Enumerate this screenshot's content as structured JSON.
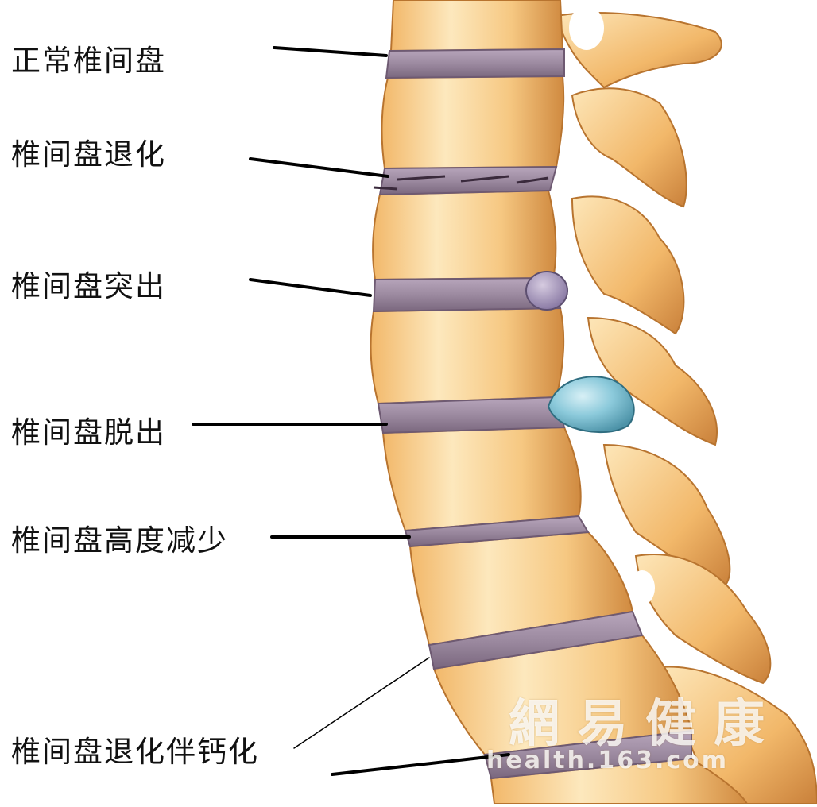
{
  "labels": {
    "normal": "正常椎间盘",
    "degeneration": "椎间盘退化",
    "protrusion": "椎间盘突出",
    "prolapse": "椎间盘脱出",
    "height_reduction": "椎间盘高度减少",
    "degeneration_calcification": "椎间盘退化伴钙化"
  },
  "watermark": {
    "site_cn": "網易健康",
    "url": "health.163.com"
  },
  "colors": {
    "bone_light": "#fde8bd",
    "bone_mid": "#f2b86a",
    "bone_dark": "#c9803a",
    "disc": "#9c8aa0",
    "disc_dark": "#6e5a72",
    "protrusion_bulge": "#a898b8",
    "herniation_blue": "#7cbfd3",
    "leader_line": "#000000"
  }
}
